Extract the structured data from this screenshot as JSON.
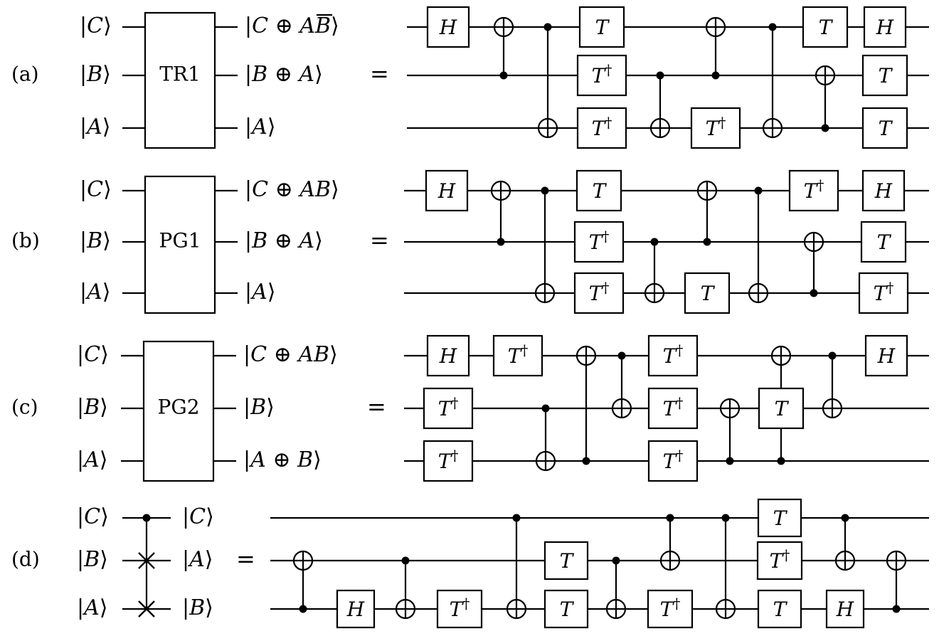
{
  "eq_sign": "=",
  "panels": [
    {
      "label": "(a)",
      "block": "TR1",
      "inputs": [
        "|C⟩",
        "|B⟩",
        "|A⟩"
      ],
      "outputs": [
        "|C ⊕ AB̅⟩",
        "|B ⊕ A⟩",
        "|A⟩"
      ],
      "gates": [
        {
          "type": "box",
          "t": "H",
          "col": 0,
          "w": 0
        },
        {
          "type": "cnot",
          "c": 1,
          "x": 0,
          "col": 1
        },
        {
          "type": "cnot",
          "c": 0,
          "x": 2,
          "col": 2
        },
        {
          "type": "box",
          "t": "T",
          "col": 3,
          "w": 0
        },
        {
          "type": "box",
          "t": "T†",
          "col": 3,
          "w": 1
        },
        {
          "type": "box",
          "t": "T†",
          "col": 3,
          "w": 2
        },
        {
          "type": "cnot",
          "c": 1,
          "x": 2,
          "col": 4
        },
        {
          "type": "cnot",
          "c": 1,
          "x": 0,
          "col": 5
        },
        {
          "type": "box",
          "t": "T†",
          "col": 5,
          "w": 2
        },
        {
          "type": "cnot",
          "c": 0,
          "x": 2,
          "col": 6
        },
        {
          "type": "box",
          "t": "T",
          "col": 7,
          "w": 0
        },
        {
          "type": "cnot",
          "c": 2,
          "x": 1,
          "col": 7
        },
        {
          "type": "box",
          "t": "H",
          "col": 8,
          "w": 0
        },
        {
          "type": "box",
          "t": "T",
          "col": 8,
          "w": 1
        },
        {
          "type": "box",
          "t": "T",
          "col": 8,
          "w": 2
        }
      ]
    },
    {
      "label": "(b)",
      "block": "PG1",
      "inputs": [
        "|C⟩",
        "|B⟩",
        "|A⟩"
      ],
      "outputs": [
        "|C ⊕ AB⟩",
        "|B ⊕ A⟩",
        "|A⟩"
      ],
      "gates": [
        {
          "type": "box",
          "t": "H",
          "col": 0,
          "w": 0
        },
        {
          "type": "cnot",
          "c": 1,
          "x": 0,
          "col": 1
        },
        {
          "type": "cnot",
          "c": 0,
          "x": 2,
          "col": 2
        },
        {
          "type": "box",
          "t": "T",
          "col": 3,
          "w": 0
        },
        {
          "type": "box",
          "t": "T†",
          "col": 3,
          "w": 1
        },
        {
          "type": "box",
          "t": "T†",
          "col": 3,
          "w": 2
        },
        {
          "type": "cnot",
          "c": 1,
          "x": 2,
          "col": 4
        },
        {
          "type": "cnot",
          "c": 1,
          "x": 0,
          "col": 5
        },
        {
          "type": "box",
          "t": "T",
          "col": 5,
          "w": 2
        },
        {
          "type": "cnot",
          "c": 0,
          "x": 2,
          "col": 6
        },
        {
          "type": "box",
          "t": "T†",
          "col": 7,
          "w": 0
        },
        {
          "type": "cnot",
          "c": 2,
          "x": 1,
          "col": 7
        },
        {
          "type": "box",
          "t": "H",
          "col": 8,
          "w": 0
        },
        {
          "type": "box",
          "t": "T",
          "col": 8,
          "w": 1
        },
        {
          "type": "box",
          "t": "T†",
          "col": 8,
          "w": 2
        }
      ]
    },
    {
      "label": "(c)",
      "block": "PG2",
      "inputs": [
        "|C⟩",
        "|B⟩",
        "|A⟩"
      ],
      "outputs": [
        "|C ⊕ AB⟩",
        "|B⟩",
        "|A ⊕ B⟩"
      ],
      "gates": [
        {
          "type": "box",
          "t": "H",
          "col": 0,
          "w": 0
        },
        {
          "type": "box",
          "t": "T†",
          "col": 0,
          "w": 1
        },
        {
          "type": "box",
          "t": "T†",
          "col": 0,
          "w": 2
        },
        {
          "type": "box",
          "t": "T†",
          "col": 1,
          "w": 0
        },
        {
          "type": "cnot",
          "c": 1,
          "x": 2,
          "col": 1.5
        },
        {
          "type": "cnot",
          "c": 2,
          "x": 0,
          "col": 2.3
        },
        {
          "type": "cnot",
          "c": 0,
          "x": 1,
          "col": 3.1
        },
        {
          "type": "box",
          "t": "T†",
          "col": 4,
          "w": 0
        },
        {
          "type": "box",
          "t": "T†",
          "col": 4,
          "w": 1
        },
        {
          "type": "box",
          "t": "T†",
          "col": 4,
          "w": 2
        },
        {
          "type": "cnot",
          "c": 2,
          "x": 1,
          "col": 5
        },
        {
          "type": "cnot",
          "c": 2,
          "x": 0,
          "col": 6,
          "mid": "T"
        },
        {
          "type": "cnot",
          "c": 0,
          "x": 1,
          "col": 7
        },
        {
          "type": "box",
          "t": "H",
          "col": 8,
          "w": 0
        }
      ]
    },
    {
      "label": "(d)",
      "inputs": [
        "|C⟩",
        "|B⟩",
        "|A⟩"
      ],
      "outputs": [
        "|C⟩",
        "|A⟩",
        "|B⟩"
      ],
      "gates": [
        {
          "type": "cnot",
          "c": 2,
          "x": 1,
          "col": 0
        },
        {
          "type": "box",
          "t": "H",
          "col": 1,
          "w": 2
        },
        {
          "type": "cnot",
          "c": 1,
          "x": 2,
          "col": 2
        },
        {
          "type": "box",
          "t": "T†",
          "col": 3,
          "w": 2
        },
        {
          "type": "cnot",
          "c": 0,
          "x": 2,
          "col": 4
        },
        {
          "type": "box",
          "t": "T",
          "col": 5,
          "w": 1
        },
        {
          "type": "box",
          "t": "T",
          "col": 5,
          "w": 2
        },
        {
          "type": "cnot",
          "c": 1,
          "x": 2,
          "col": 6
        },
        {
          "type": "cnot",
          "c": 0,
          "x": 1,
          "col": 7
        },
        {
          "type": "box",
          "t": "T†",
          "col": 7,
          "w": 2
        },
        {
          "type": "cnot",
          "c": 0,
          "x": 2,
          "col": 8
        },
        {
          "type": "box",
          "t": "T",
          "col": 9,
          "w": 0
        },
        {
          "type": "box",
          "t": "T†",
          "col": 9,
          "w": 1
        },
        {
          "type": "box",
          "t": "T",
          "col": 9,
          "w": 2
        },
        {
          "type": "cnot",
          "c": 0,
          "x": 1,
          "col": 10
        },
        {
          "type": "box",
          "t": "H",
          "col": 10,
          "w": 2
        },
        {
          "type": "cnot",
          "c": 2,
          "x": 1,
          "col": 11
        }
      ]
    }
  ]
}
